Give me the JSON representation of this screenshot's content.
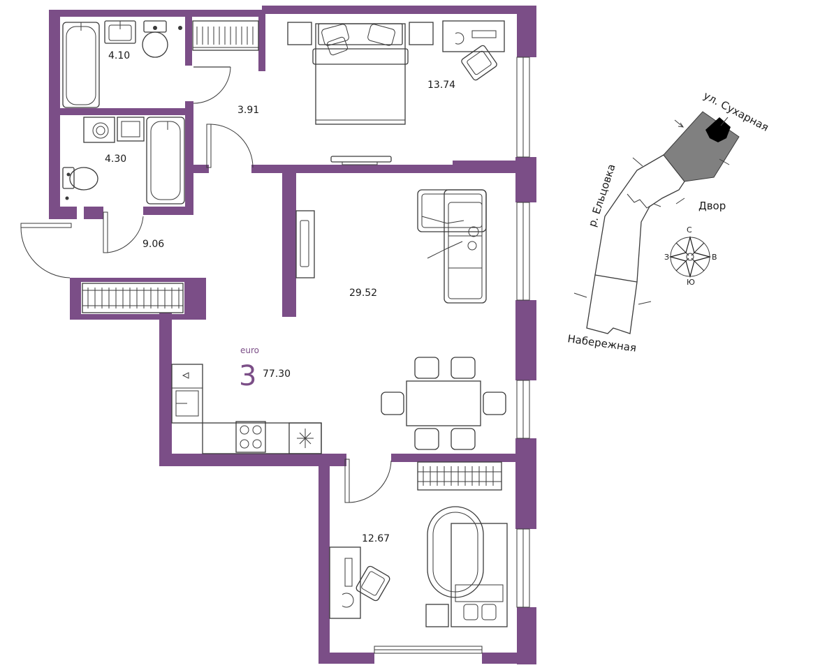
{
  "colors": {
    "wall": "#7b4e87",
    "accent": "#7b4e87",
    "building_dark": "#808080",
    "building_black": "#000000"
  },
  "apartment": {
    "type_prefix": "euro",
    "rooms": "3",
    "total_area": "77.30"
  },
  "rooms": [
    {
      "id": "bathroom",
      "area": "4.10"
    },
    {
      "id": "bedroom",
      "area": "13.74"
    },
    {
      "id": "hall",
      "area": "3.91"
    },
    {
      "id": "bathroom2",
      "area": "4.30"
    },
    {
      "id": "entry",
      "area": "9.06"
    },
    {
      "id": "living-kitchen",
      "area": "29.52"
    },
    {
      "id": "bedroom2",
      "area": "12.67"
    }
  ],
  "site_map": {
    "street_top": "ул. Сухарная",
    "river": "р. Ельцовка",
    "yard": "Двор",
    "embankment": "Набережная",
    "compass": {
      "north": "С",
      "south": "Ю",
      "west": "З",
      "east": "В"
    }
  },
  "icons": [
    "compass-icon",
    "bathtub-icon",
    "toilet-icon",
    "sink-icon",
    "washing-machine-icon",
    "radiator-icon",
    "bed-icon",
    "sofa-icon",
    "tv-icon",
    "dining-table-icon",
    "stove-icon",
    "fridge-icon",
    "desk-icon",
    "armchair-icon",
    "door-icon"
  ]
}
